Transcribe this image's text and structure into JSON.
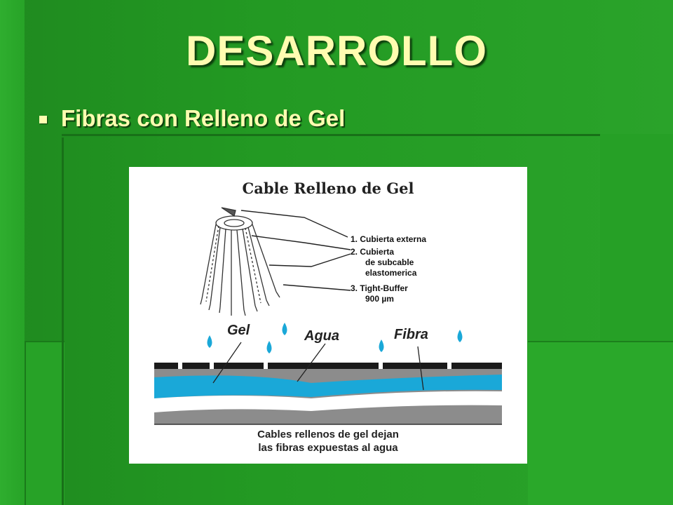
{
  "slide": {
    "title": "DESARROLLO",
    "bullet": "Fibras con Relleno de Gel"
  },
  "figure": {
    "title": "Cable Relleno de Gel",
    "callouts": [
      {
        "number": "1.",
        "lines": [
          "Cubierta externa"
        ]
      },
      {
        "number": "2.",
        "lines": [
          "Cubierta",
          "de subcable",
          "elastomerica"
        ]
      },
      {
        "number": "3.",
        "lines": [
          "Tight-Buffer",
          "900 µm"
        ]
      }
    ],
    "labels": {
      "gel": "Gel",
      "agua": "Agua",
      "fibra": "Fibra"
    },
    "caption": [
      "Cables rellenos de gel dejan",
      "las fibras expuestas al agua"
    ]
  },
  "colors": {
    "background": "#239a23",
    "title_text": "#fffcb0",
    "water": "#1aa8d8",
    "jacket": "#8c8c8c",
    "cable_top": "#1a1a1a"
  }
}
